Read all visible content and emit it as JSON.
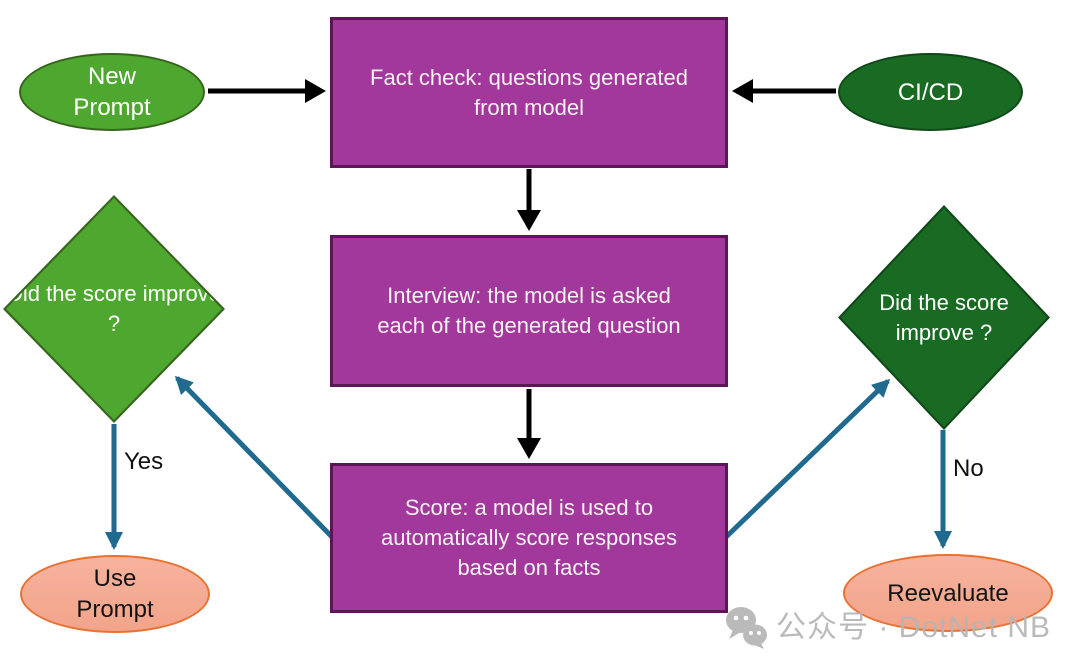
{
  "diagram": {
    "nodes": {
      "new_prompt": {
        "label": "New\nPrompt",
        "shape": "ellipse",
        "color": "#4EA72E"
      },
      "fact_check": {
        "label": "Fact check: questions generated\nfrom model",
        "shape": "rect",
        "color": "#A2389B"
      },
      "cicd": {
        "label": "CI/CD",
        "shape": "ellipse",
        "color": "#196B24"
      },
      "interview": {
        "label": "Interview: the model is asked\neach of the generated question",
        "shape": "rect",
        "color": "#A2389B"
      },
      "score": {
        "label": "Score: a model is used to\nautomatically score responses\nbased on facts",
        "shape": "rect",
        "color": "#A2389B"
      },
      "decision_left": {
        "label": "Did the\nscore\nimprove\n?",
        "shape": "diamond",
        "color": "#4EA72E"
      },
      "decision_right": {
        "label": "Did the\nscore\nimprove\n?",
        "shape": "diamond",
        "color": "#196B24"
      },
      "use_prompt": {
        "label": "Use\nPrompt",
        "shape": "ellipse",
        "color": "#F2A489"
      },
      "reevaluate": {
        "label": "Reevaluate",
        "shape": "ellipse",
        "color": "#F2A489"
      }
    },
    "edge_labels": {
      "yes": "Yes",
      "no": "No"
    },
    "edges": [
      "new_prompt -> fact_check",
      "cicd -> fact_check",
      "fact_check -> interview",
      "interview -> score",
      "score -> decision_left",
      "score -> decision_right",
      "decision_left -> use_prompt (Yes)",
      "decision_right -> reevaluate (No)"
    ],
    "colors": {
      "flow_arrow": "#000000",
      "feedback_arrow": "#20698F",
      "box_fill": "#A2389B",
      "green_fill": "#4EA72E",
      "dark_green_fill": "#196B24",
      "result_fill": "#F2A489",
      "result_border": "#E97132",
      "watermark_gray": "#B5B5B5"
    },
    "watermark": {
      "text": "公众号 · DotNet NB"
    }
  }
}
